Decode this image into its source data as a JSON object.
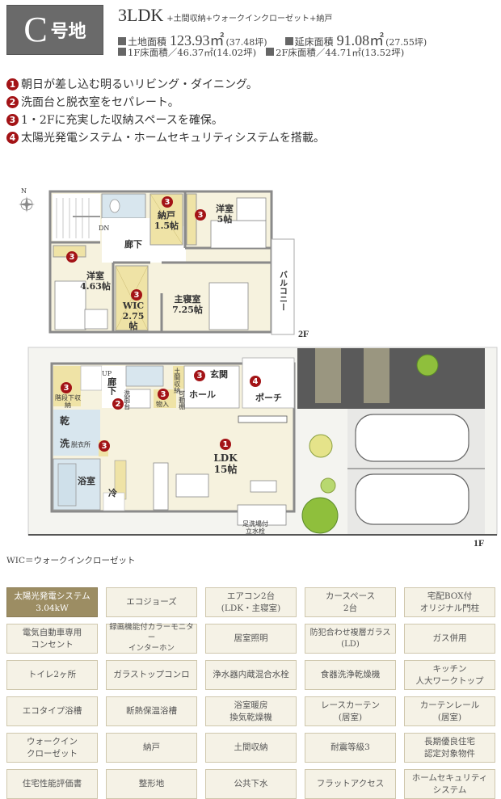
{
  "header": {
    "lot_letter": "C",
    "lot_suffix": "号地",
    "layout_type": "3LDK",
    "layout_extras": "+土間収納+ウォークインクローゼット+納戸",
    "land_area_label": "土地面積",
    "land_area_value": "123.93㎡",
    "land_area_tsubo": "(37.48坪)",
    "floor_area_label": "延床面積",
    "floor_area_value": "91.08㎡",
    "floor_area_tsubo": "(27.55坪)",
    "f1_area": "1F床面積／46.37㎡(14.02坪)",
    "f2_area": "2F床面積／44.71㎡(13.52坪)"
  },
  "features": [
    {
      "num": "1",
      "text": "朝日が差し込む明るいリビング・ダイニング。"
    },
    {
      "num": "2",
      "text": "洗面台と脱衣室をセパレート。"
    },
    {
      "num": "3",
      "text": "1・2Fに充実した収納スペースを確保。"
    },
    {
      "num": "4",
      "text": "太陽光発電システム・ホームセキュリティシステムを搭載。"
    }
  ],
  "floorplan": {
    "compass": "N",
    "second_floor": {
      "label": "2F",
      "rooms": {
        "western1": "洋室\n5帖",
        "storage": "納戸\n1.5帖",
        "hall": "廊下",
        "western2": "洋室\n4.63帖",
        "wic": "WIC\n2.75帖",
        "master": "主寝室\n7.25帖",
        "balcony": "バルコニー",
        "dn": "DN"
      }
    },
    "first_floor": {
      "label": "1F",
      "rooms": {
        "stair_storage": "階段下収納",
        "up": "UP",
        "hall": "廊下",
        "washstand": "洗面台",
        "closet": "物入",
        "shelf": "可動棚",
        "doma": "土間収納",
        "entrance": "玄関",
        "entrance_hall": "ホール",
        "porch": "ポーチ",
        "dry": "乾",
        "wash": "洗",
        "dressing": "脱衣所",
        "bath": "浴室",
        "fridge": "冷",
        "ldk": "LDK\n15帖",
        "faucet": "足洗場付\n立水栓"
      }
    }
  },
  "wic_note": "WIC＝ウォークインクローゼット",
  "equipment": [
    {
      "label": "太陽光発電システム\n3.04kW",
      "highlight": true
    },
    {
      "label": "エコジョーズ",
      "highlight": false
    },
    {
      "label": "エアコン2台\n(LDK・主寝室)",
      "highlight": false
    },
    {
      "label": "カースペース\n2台",
      "highlight": false
    },
    {
      "label": "宅配BOX付\nオリジナル門柱",
      "highlight": false
    },
    {
      "label": "電気自動車専用\nコンセント",
      "highlight": false
    },
    {
      "label": "録画機能付カラーモニター\nインターホン",
      "highlight": false
    },
    {
      "label": "居室照明",
      "highlight": false
    },
    {
      "label": "防犯合わせ複層ガラス\n(LD)",
      "highlight": false
    },
    {
      "label": "ガス併用",
      "highlight": false
    },
    {
      "label": "トイレ2ヶ所",
      "highlight": false
    },
    {
      "label": "ガラストップコンロ",
      "highlight": false
    },
    {
      "label": "浄水器内蔵混合水栓",
      "highlight": false
    },
    {
      "label": "食器洗浄乾燥機",
      "highlight": false
    },
    {
      "label": "キッチン\n人大ワークトップ",
      "highlight": false
    },
    {
      "label": "エコタイプ浴槽",
      "highlight": false
    },
    {
      "label": "断熱保温浴槽",
      "highlight": false
    },
    {
      "label": "浴室暖房\n換気乾燥機",
      "highlight": false
    },
    {
      "label": "レースカーテン\n(居室)",
      "highlight": false
    },
    {
      "label": "カーテンレール\n(居室)",
      "highlight": false
    },
    {
      "label": "ウォークイン\nクローゼット",
      "highlight": false
    },
    {
      "label": "納戸",
      "highlight": false
    },
    {
      "label": "土間収納",
      "highlight": false
    },
    {
      "label": "耐震等級3",
      "highlight": false
    },
    {
      "label": "長期優良住宅\n認定対象物件",
      "highlight": false
    },
    {
      "label": "住宅性能評価書",
      "highlight": false
    },
    {
      "label": "整形地",
      "highlight": false
    },
    {
      "label": "公共下水",
      "highlight": false
    },
    {
      "label": "フラットアクセス",
      "highlight": false
    },
    {
      "label": "ホームセキュリティ\nシステム",
      "highlight": false
    }
  ],
  "colors": {
    "marker": "#a31316",
    "badge_bg": "#6a6a6a",
    "cell_bg": "#f5f2e6",
    "cell_highlight": "#9c8d63",
    "floor_cream": "#f6f2de",
    "wet_blue": "#d8e6ee",
    "storage_yellow": "#efe3a6"
  }
}
